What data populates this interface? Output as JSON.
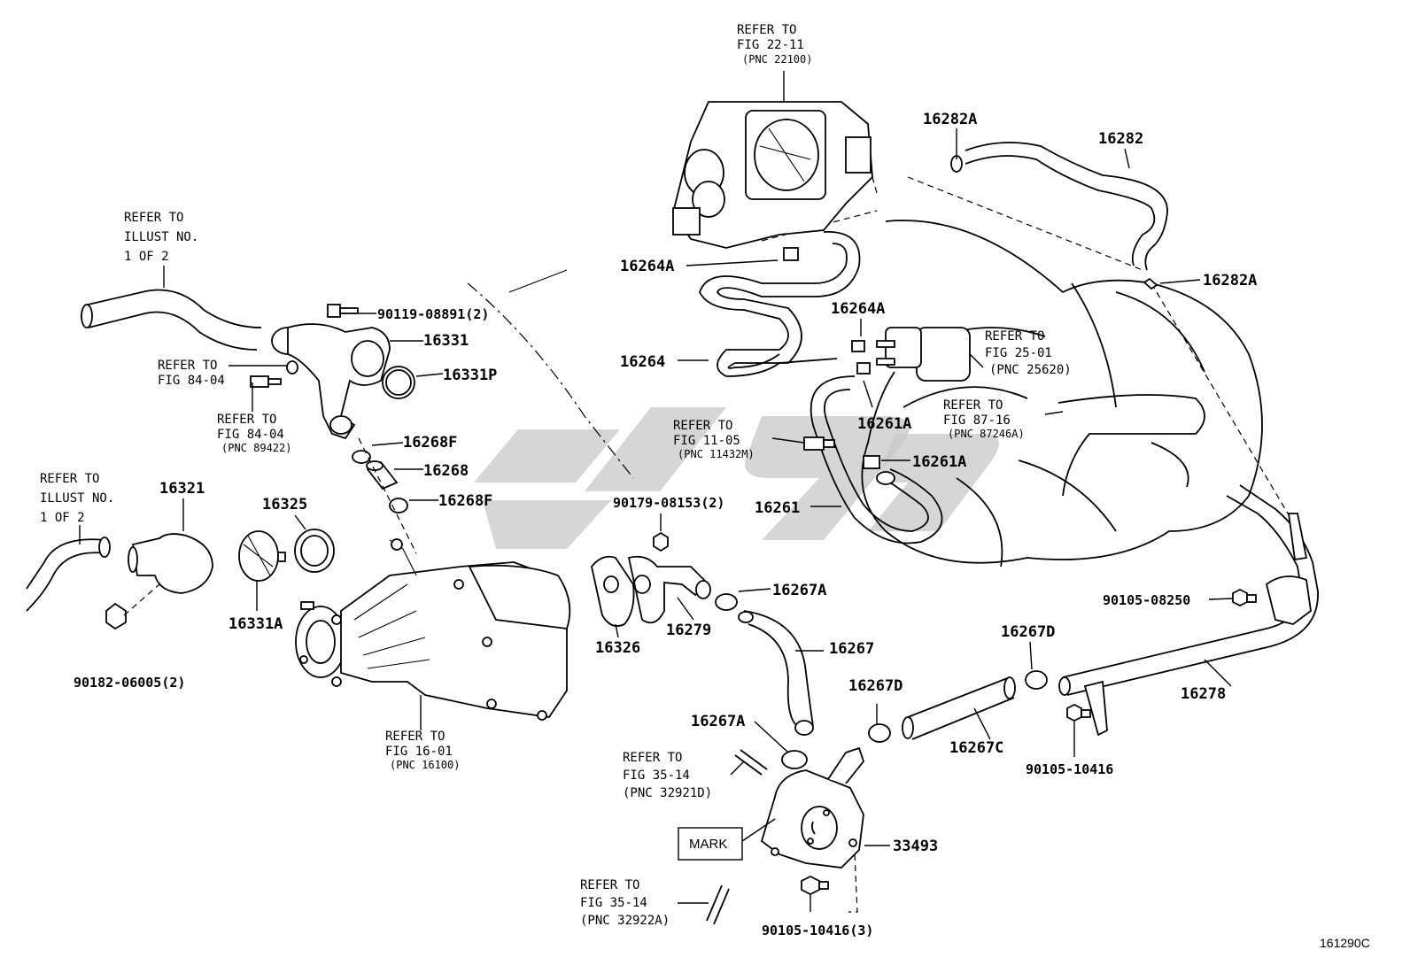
{
  "labels": {
    "ref_fig_22_11": [
      "REFER TO",
      "FIG 22-11",
      "(PNC 22100)"
    ],
    "ref_illust_top": [
      "REFER TO",
      "ILLUST NO.",
      "1 OF 2"
    ],
    "ref_illust_left": [
      "REFER TO",
      "ILLUST NO.",
      "1 OF 2"
    ],
    "ref_fig_84_04_a": [
      "REFER TO",
      "FIG 84-04"
    ],
    "ref_fig_84_04_b": [
      "REFER TO",
      "FIG 84-04",
      "(PNC 89422)"
    ],
    "ref_fig_16_01": [
      "REFER TO",
      "FIG 16-01",
      "(PNC 16100)"
    ],
    "ref_fig_25_01": [
      "REFER TO",
      "FIG 25-01",
      "(PNC 25620)"
    ],
    "ref_fig_87_16": [
      "REFER TO",
      "FIG 87-16",
      "(PNC 87246A)"
    ],
    "ref_fig_11_05": [
      "REFER TO",
      "FIG 11-05",
      "(PNC 11432M)"
    ],
    "ref_fig_35_14_a": [
      "REFER TO",
      "FIG 35-14",
      "(PNC 32921D)"
    ],
    "ref_fig_35_14_b": [
      "REFER TO",
      "FIG 35-14",
      "(PNC 32922A)"
    ],
    "mark": "MARK",
    "figure_code": "161290C"
  },
  "parts": {
    "p16282A_top": "16282A",
    "p16282": "16282",
    "p16282A_right": "16282A",
    "p16264A_left": "16264A",
    "p16264A_mid": "16264A",
    "p16264": "16264",
    "p16261A_upper": "16261A",
    "p16261A_lower": "16261A",
    "p16261": "16261",
    "p90119": "90119-08891(2)",
    "p16331": "16331",
    "p16331P": "16331P",
    "p16268F_upper": "16268F",
    "p16268": "16268",
    "p16268F_lower": "16268F",
    "p16321": "16321",
    "p16325": "16325",
    "p16331A": "16331A",
    "p90182": "90182-06005(2)",
    "p90179": "90179-08153(2)",
    "p16326": "16326",
    "p16279": "16279",
    "p16267A_upper": "16267A",
    "p16267": "16267",
    "p16267A_lower": "16267A",
    "p16267D_mid": "16267D",
    "p16267D_right": "16267D",
    "p16267C": "16267C",
    "p90105_08250": "90105-08250",
    "p16278": "16278",
    "p90105_10416": "90105-10416",
    "p33493": "33493",
    "p90105_10416_3": "90105-10416(3)"
  }
}
